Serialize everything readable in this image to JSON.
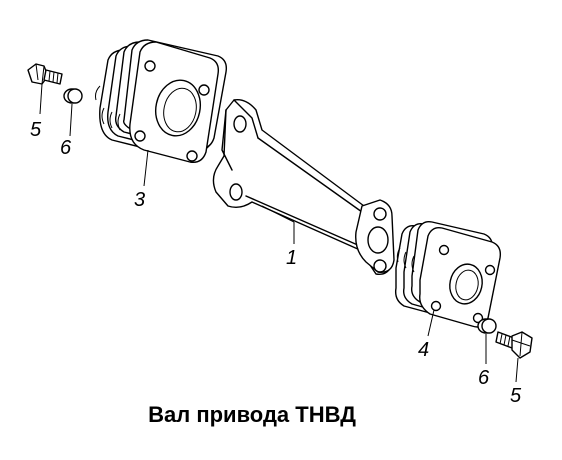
{
  "title": "Вал привода ТНВД",
  "callouts": {
    "shaft": "1",
    "coupling_left": "3",
    "coupling_right": "4",
    "bolt_left": "5",
    "bolt_right": "5",
    "washer_left": "6",
    "washer_right": "6"
  }
}
